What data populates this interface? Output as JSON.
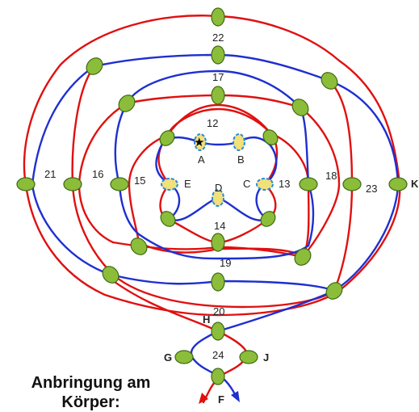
{
  "colors": {
    "red_path": "#e01010",
    "blue_path": "#1f2fd0",
    "node_fill": "#8cbd3a",
    "node_stroke": "#3d6a12",
    "marker_fill": "#f2e07a",
    "marker_stroke": "#2a8ad6"
  },
  "labels": {
    "n22": "22",
    "n17": "17",
    "n12": "12",
    "A": "A",
    "B": "B",
    "C": "C",
    "D": "D",
    "E": "E",
    "n13": "13",
    "n14": "14",
    "n15": "15",
    "n16": "16",
    "n18": "18",
    "n19": "19",
    "n20": "20",
    "n21": "21",
    "n23": "23",
    "n24": "24",
    "K": "K",
    "H": "H",
    "G": "G",
    "J": "J",
    "F": "F"
  },
  "caption": "Anbringung am Körper:",
  "start_marker": "star-icon"
}
